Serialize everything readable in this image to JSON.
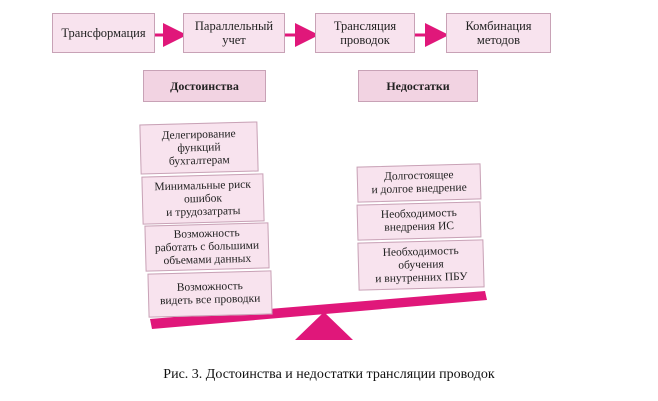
{
  "flow": [
    {
      "label": "Трансформация"
    },
    {
      "label": "Параллельный\nучет"
    },
    {
      "label": "Трансляция\nпроводок"
    },
    {
      "label": "Комбинация\nметодов"
    }
  ],
  "pros_title": "Достоинства",
  "cons_title": "Недостатки",
  "pros": [
    "Делегирование\nфункций\nбухгалтерам",
    "Минимальные риск\nошибок\nи трудозатраты",
    "Возможность\nработать с большими\nобъемами данных",
    "Возможность\nвидеть все проводки"
  ],
  "cons": [
    "Долгостоящее\nи долгое внедрение",
    "Необходимость\nвнедрения ИС",
    "Необходимость\nобучения\nи внутренних ПБУ"
  ],
  "caption": "Рис. 3. Достоинства и недостатки трансляции проводок",
  "colors": {
    "accent": "#e0177a",
    "box_fill": "#f8e3ee",
    "box_border": "#c8a2b6"
  }
}
